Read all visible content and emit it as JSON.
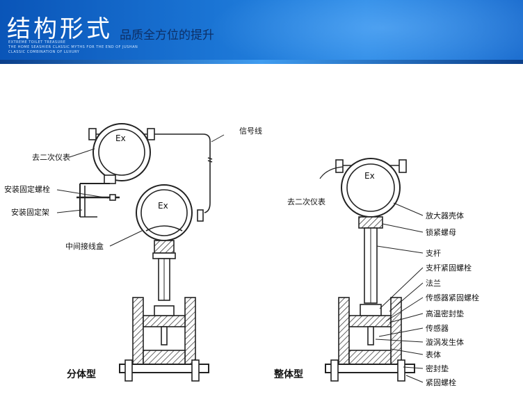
{
  "banner": {
    "title": "结构形式",
    "subtitle": "品质全方位的提升",
    "small_lines": [
      "EXTREME TOILET TREASURE",
      "THE HOME SEASHIER CLASSIC MYTHS FOR THE END OF JUSHAN",
      "CLASSIC COMBINATION OF LUXURY"
    ]
  },
  "diagram": {
    "ex_label": "Ex",
    "split": {
      "caption": "分体型",
      "labels": {
        "signal_line": "信号线",
        "to_secondary": "去二次仪表",
        "mount_bolt": "安装固定螺栓",
        "mount_bracket": "安装固定架",
        "junction_box": "中间接线盒"
      }
    },
    "integral": {
      "caption": "整体型",
      "labels": {
        "to_secondary": "去二次仪表",
        "amp_housing": "放大器壳体",
        "lock_nut": "锁紧螺母",
        "rod": "支杆",
        "rod_bolt": "支杆紧固螺栓",
        "flange": "法兰",
        "sensor_bolt": "传感器紧固螺栓",
        "high_temp_gasket": "高温密封垫",
        "sensor": "传感器",
        "vortex_generator": "漩涡发生体",
        "body": "表体",
        "gasket": "密封垫",
        "fastening_bolt": "紧固螺栓"
      }
    }
  }
}
